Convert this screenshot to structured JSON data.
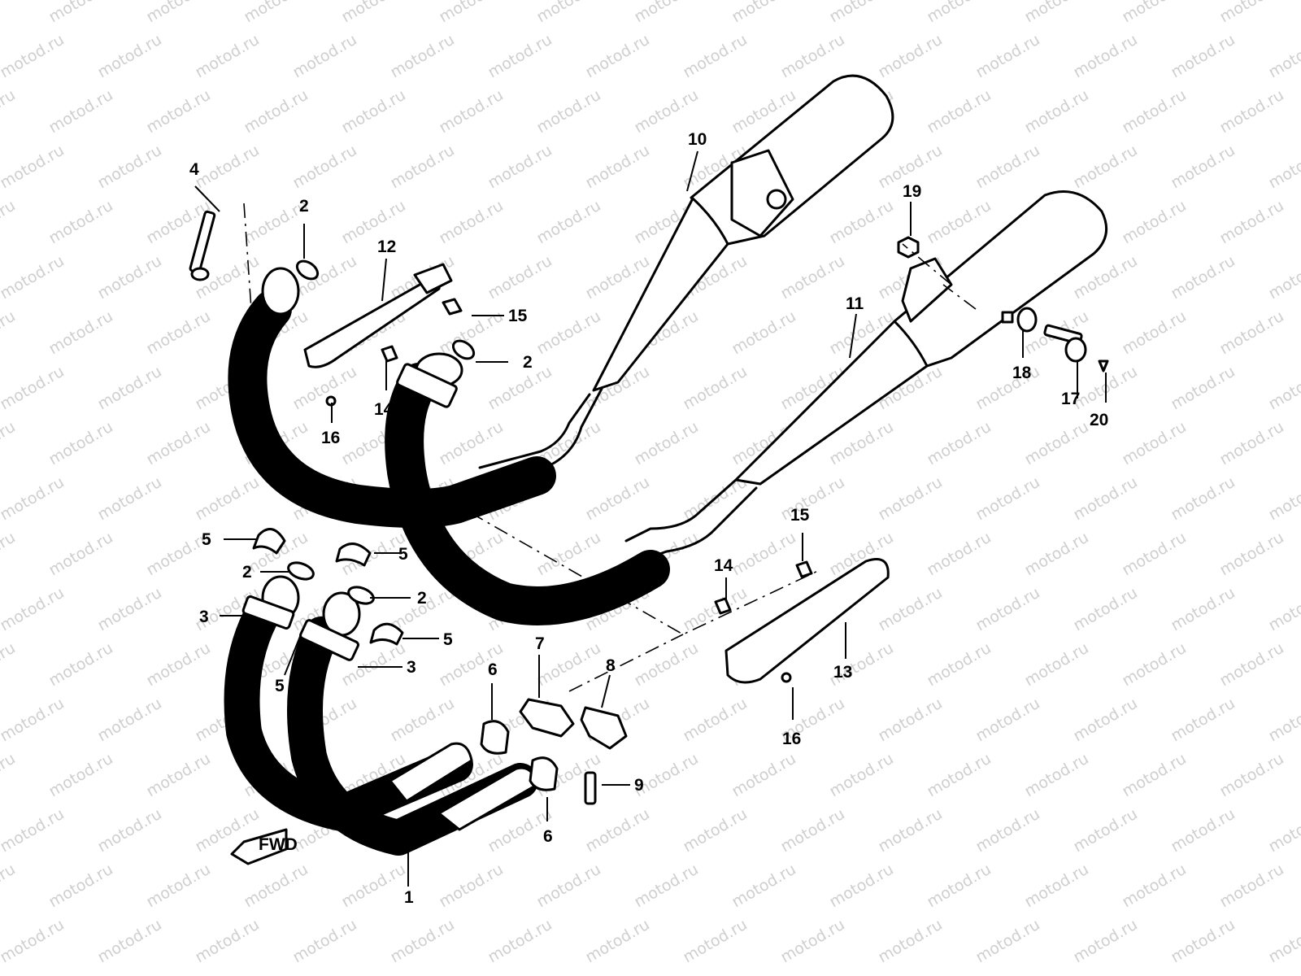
{
  "watermark": {
    "text": "motod.ru",
    "color": "#cfcfcf"
  },
  "fwd_label": "FWD",
  "callouts": [
    {
      "id": "1",
      "label": "1"
    },
    {
      "id": "2a",
      "label": "2"
    },
    {
      "id": "2b",
      "label": "2"
    },
    {
      "id": "2c",
      "label": "2"
    },
    {
      "id": "2d",
      "label": "2"
    },
    {
      "id": "3a",
      "label": "3"
    },
    {
      "id": "3b",
      "label": "3"
    },
    {
      "id": "4",
      "label": "4"
    },
    {
      "id": "5a",
      "label": "5"
    },
    {
      "id": "5b",
      "label": "5"
    },
    {
      "id": "5c",
      "label": "5"
    },
    {
      "id": "5d",
      "label": "5"
    },
    {
      "id": "6a",
      "label": "6"
    },
    {
      "id": "6b",
      "label": "6"
    },
    {
      "id": "7",
      "label": "7"
    },
    {
      "id": "8",
      "label": "8"
    },
    {
      "id": "9",
      "label": "9"
    },
    {
      "id": "10",
      "label": "10"
    },
    {
      "id": "11",
      "label": "11"
    },
    {
      "id": "12",
      "label": "12"
    },
    {
      "id": "13",
      "label": "13"
    },
    {
      "id": "14a",
      "label": "14"
    },
    {
      "id": "14b",
      "label": "14"
    },
    {
      "id": "15a",
      "label": "15"
    },
    {
      "id": "15b",
      "label": "15"
    },
    {
      "id": "16a",
      "label": "16"
    },
    {
      "id": "16b",
      "label": "16"
    },
    {
      "id": "17",
      "label": "17"
    },
    {
      "id": "18",
      "label": "18"
    },
    {
      "id": "19",
      "label": "19"
    },
    {
      "id": "20",
      "label": "20"
    }
  ]
}
